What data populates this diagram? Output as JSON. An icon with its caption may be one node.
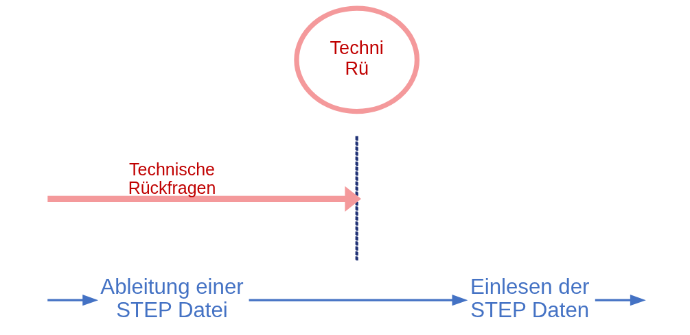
{
  "diagram": {
    "nodes": [
      {
        "text": [
          "Ableitung einer STEP Datei"
        ]
      },
      {
        "text": [],
        "shape": "bar"
      },
      {
        "text": [
          "Einlesen der STEP Daten"
        ]
      },
      {
        "text": [
          "Techni Rü"
        ]
      }
    ],
    "edges": [
      {
        "from": null,
        "to": 0,
        "arrow": "to"
      },
      {
        "from": 0,
        "to": 2,
        "arrow": "to"
      },
      {
        "from": 2,
        "to": null,
        "arrow": "to"
      },
      {
        "from": null,
        "to": 1,
        "arrow": "to",
        "label": "Technische Rückfragen",
        "style": "thick",
        "color": "#f4999b"
      }
    ]
  }
}
